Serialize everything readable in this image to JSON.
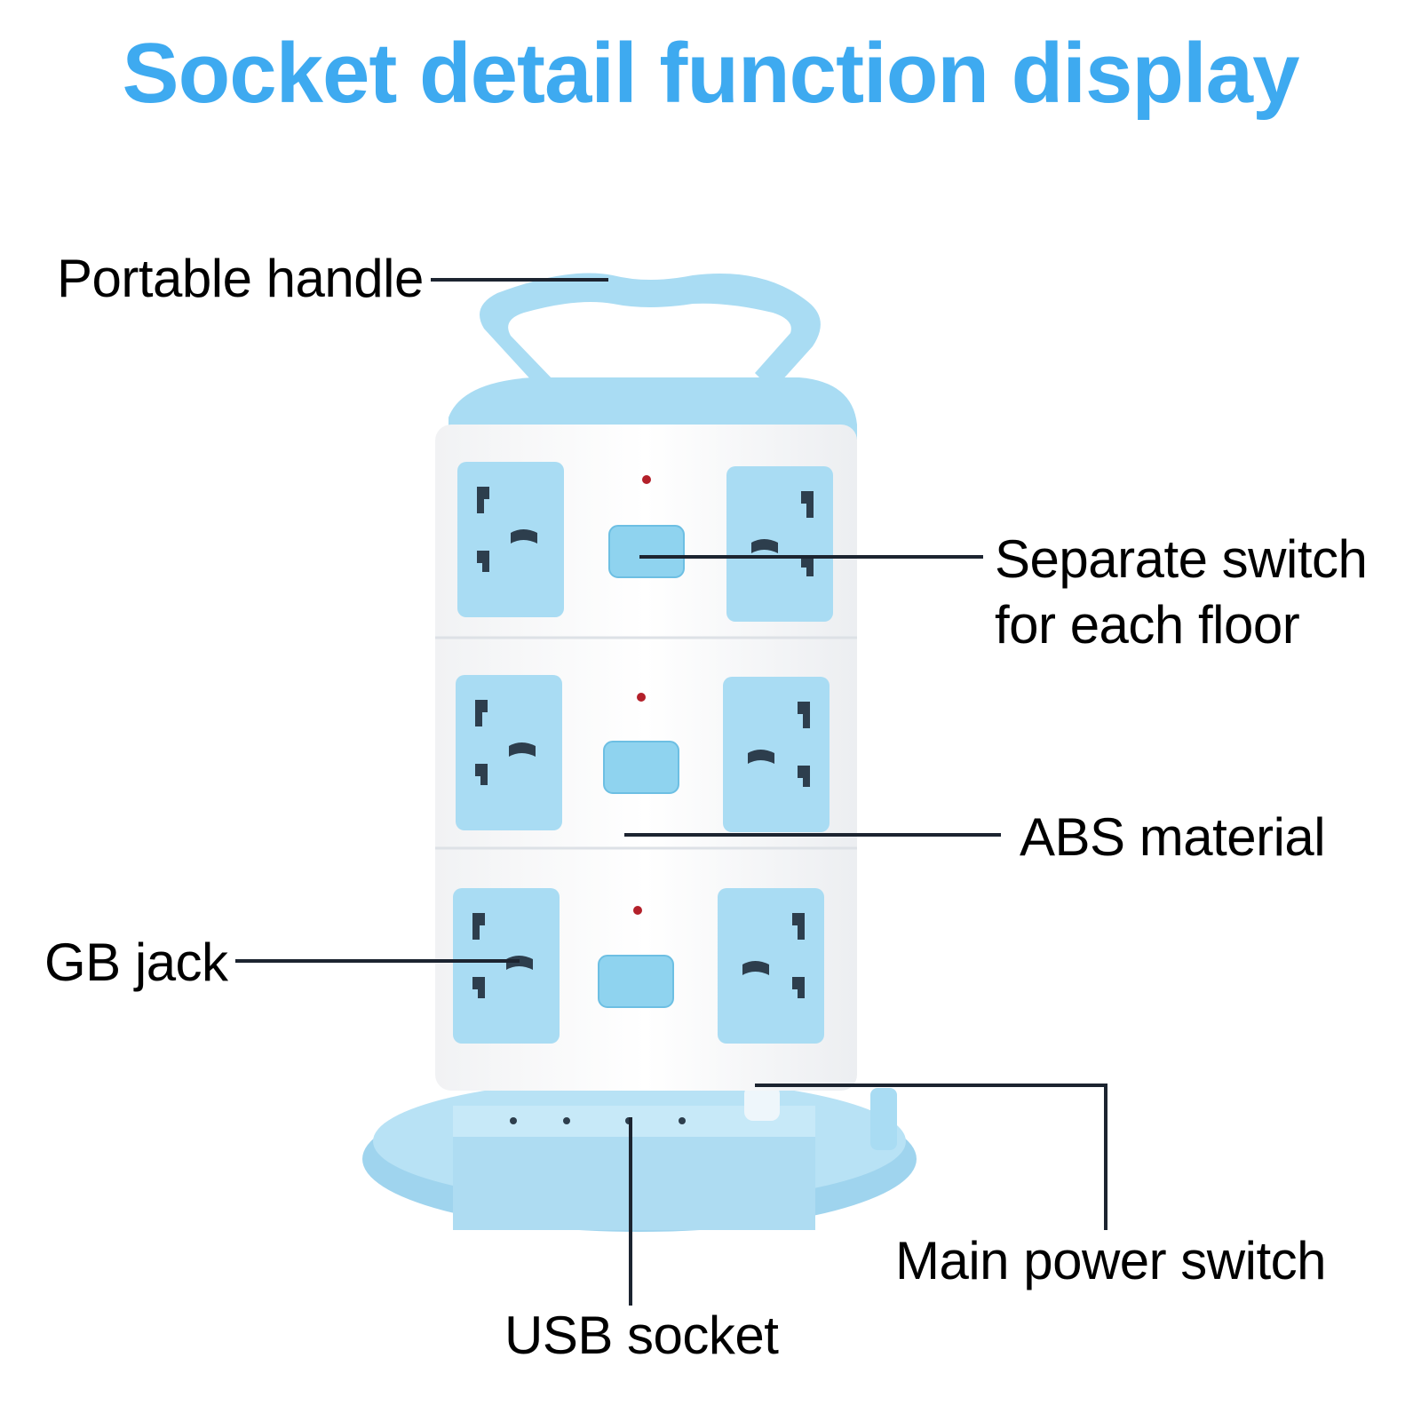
{
  "page": {
    "title": "Socket detail function display",
    "accent_color": "#3eaaf0",
    "product_color": "#a9dcf3"
  },
  "product": {
    "name_icon": "power-strip-tower",
    "floors": 3
  },
  "callouts": {
    "handle": "Portable handle",
    "switch_line1": "Separate switch",
    "switch_line2": "for each floor",
    "material": "ABS material",
    "jack": "GB jack",
    "main_switch": "Main power switch",
    "usb": "USB socket"
  }
}
